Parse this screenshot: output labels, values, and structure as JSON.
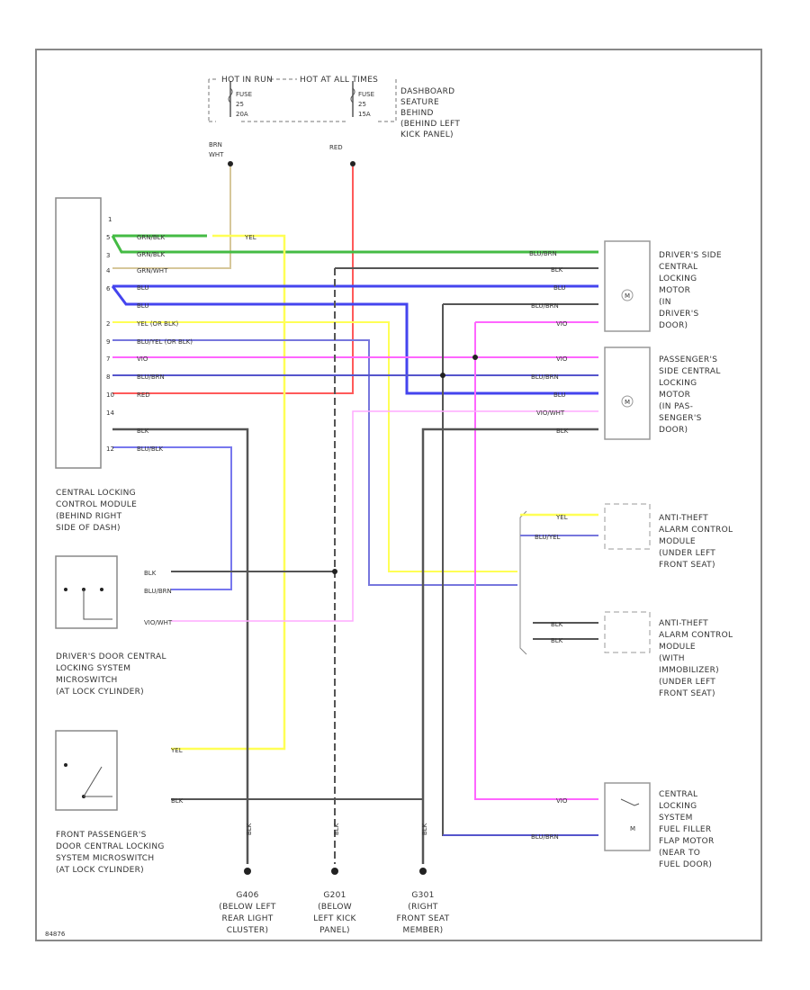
{
  "power": {
    "hot_run": "HOT IN RUN",
    "hot_all": "HOT AT ALL TIMES",
    "fuse1": [
      "FUSE",
      "25",
      "20A"
    ],
    "fuse2": [
      "FUSE",
      "25",
      "15A"
    ],
    "fuse_box": [
      "DASHBOARD",
      "SEATURE",
      "BEHIND",
      "(BEHIND LEFT",
      "KICK PANEL)"
    ],
    "wire1": [
      "BRN",
      "WHT"
    ],
    "wire2": "RED"
  },
  "module": {
    "name": [
      "CENTRAL LOCKING",
      "CONTROL MODULE",
      "(BEHIND RIGHT",
      "SIDE OF DASH)"
    ],
    "pins": [
      "1",
      "5",
      "3",
      "4",
      "6",
      "2",
      "9",
      "7",
      "8",
      "10",
      "14",
      "12"
    ],
    "wires": [
      "GRN/BLK",
      "GRN/BLK",
      "GRN/WHT",
      "BLU",
      "BLU",
      "YEL (OR BLK)",
      "BLU/YEL (OR BLK)",
      "VIO",
      "BLU/BRN",
      "RED",
      "BLK",
      "BLU/BLK"
    ]
  },
  "top_yel": "YEL",
  "right_wires": {
    "drv": [
      "BLU/BRN",
      "BLK",
      "BLU",
      "BLU/BRN",
      "VIO"
    ],
    "pass": [
      "VIO",
      "BLU/BRN",
      "BLU",
      "VIO/WHT",
      "BLK"
    ]
  },
  "devices": {
    "driver_motor": [
      "DRIVER'S SIDE",
      "CENTRAL",
      "LOCKING",
      "MOTOR",
      "(IN",
      "DRIVER'S",
      "DOOR)"
    ],
    "pass_motor": [
      "PASSENGER'S",
      "SIDE CENTRAL",
      "LOCKING",
      "MOTOR",
      "(IN PAS-",
      "SENGER'S",
      "DOOR)"
    ],
    "motor_m": "M",
    "alarm1": [
      "ANTI-THEFT",
      "ALARM CONTROL",
      "MODULE",
      "(UNDER LEFT",
      "FRONT SEAT)"
    ],
    "alarm1_wires": [
      "YEL",
      "BLU/YEL"
    ],
    "alarm2": [
      "ANTI-THEFT",
      "ALARM CONTROL",
      "MODULE",
      "(WITH",
      "IMMOBILIZER)",
      "(UNDER LEFT",
      "FRONT SEAT)"
    ],
    "alarm2_wires": [
      "BLK",
      "BLK"
    ],
    "fuel": [
      "CENTRAL",
      "LOCKING",
      "SYSTEM",
      "FUEL FILLER",
      "FLAP MOTOR",
      "(NEAR TO",
      "FUEL DOOR)"
    ],
    "fuel_wires": [
      "VIO",
      "BLU/BRN"
    ],
    "fuel_m": "M"
  },
  "switches": {
    "drv_switch": [
      "DRIVER'S DOOR CENTRAL",
      "LOCKING SYSTEM",
      "MICROSWITCH",
      "(AT LOCK CYLINDER)"
    ],
    "drv_wires": [
      "BLK",
      "BLU/BRN",
      "VIO/WHT"
    ],
    "pass_switch": [
      "FRONT PASSENGER'S",
      "DOOR CENTRAL LOCKING",
      "SYSTEM MICROSWITCH",
      "(AT LOCK CYLINDER)"
    ],
    "pass_wires": [
      "YEL",
      "BLK"
    ]
  },
  "grounds": [
    {
      "tag": "BLK",
      "loc": [
        "G406",
        "(BELOW LEFT",
        "REAR LIGHT",
        "CLUSTER)"
      ]
    },
    {
      "tag": "BLK",
      "loc": [
        "G201",
        "(BELOW",
        "LEFT KICK",
        "PANEL)"
      ]
    },
    {
      "tag": "BLK",
      "loc": [
        "G301",
        "(RIGHT",
        "FRONT SEAT",
        "MEMBER)"
      ]
    }
  ],
  "fig_id": "84876"
}
